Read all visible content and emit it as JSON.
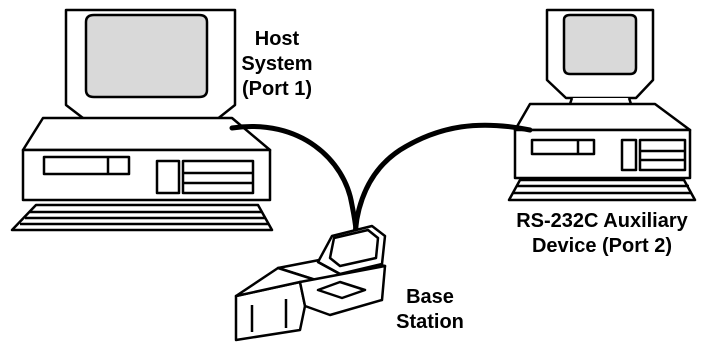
{
  "labels": {
    "host": [
      "Host",
      "System",
      "(Port 1)"
    ],
    "aux": [
      "RS-232C Auxiliary",
      "Device (Port 2)"
    ],
    "base": [
      "Base",
      "Station"
    ]
  },
  "colors": {
    "stroke": "#000000",
    "screen": "#d9d9d9",
    "fill": "#ffffff"
  },
  "icons": [
    "host-computer-icon",
    "auxiliary-computer-icon",
    "base-station-icon",
    "serial-cable"
  ]
}
